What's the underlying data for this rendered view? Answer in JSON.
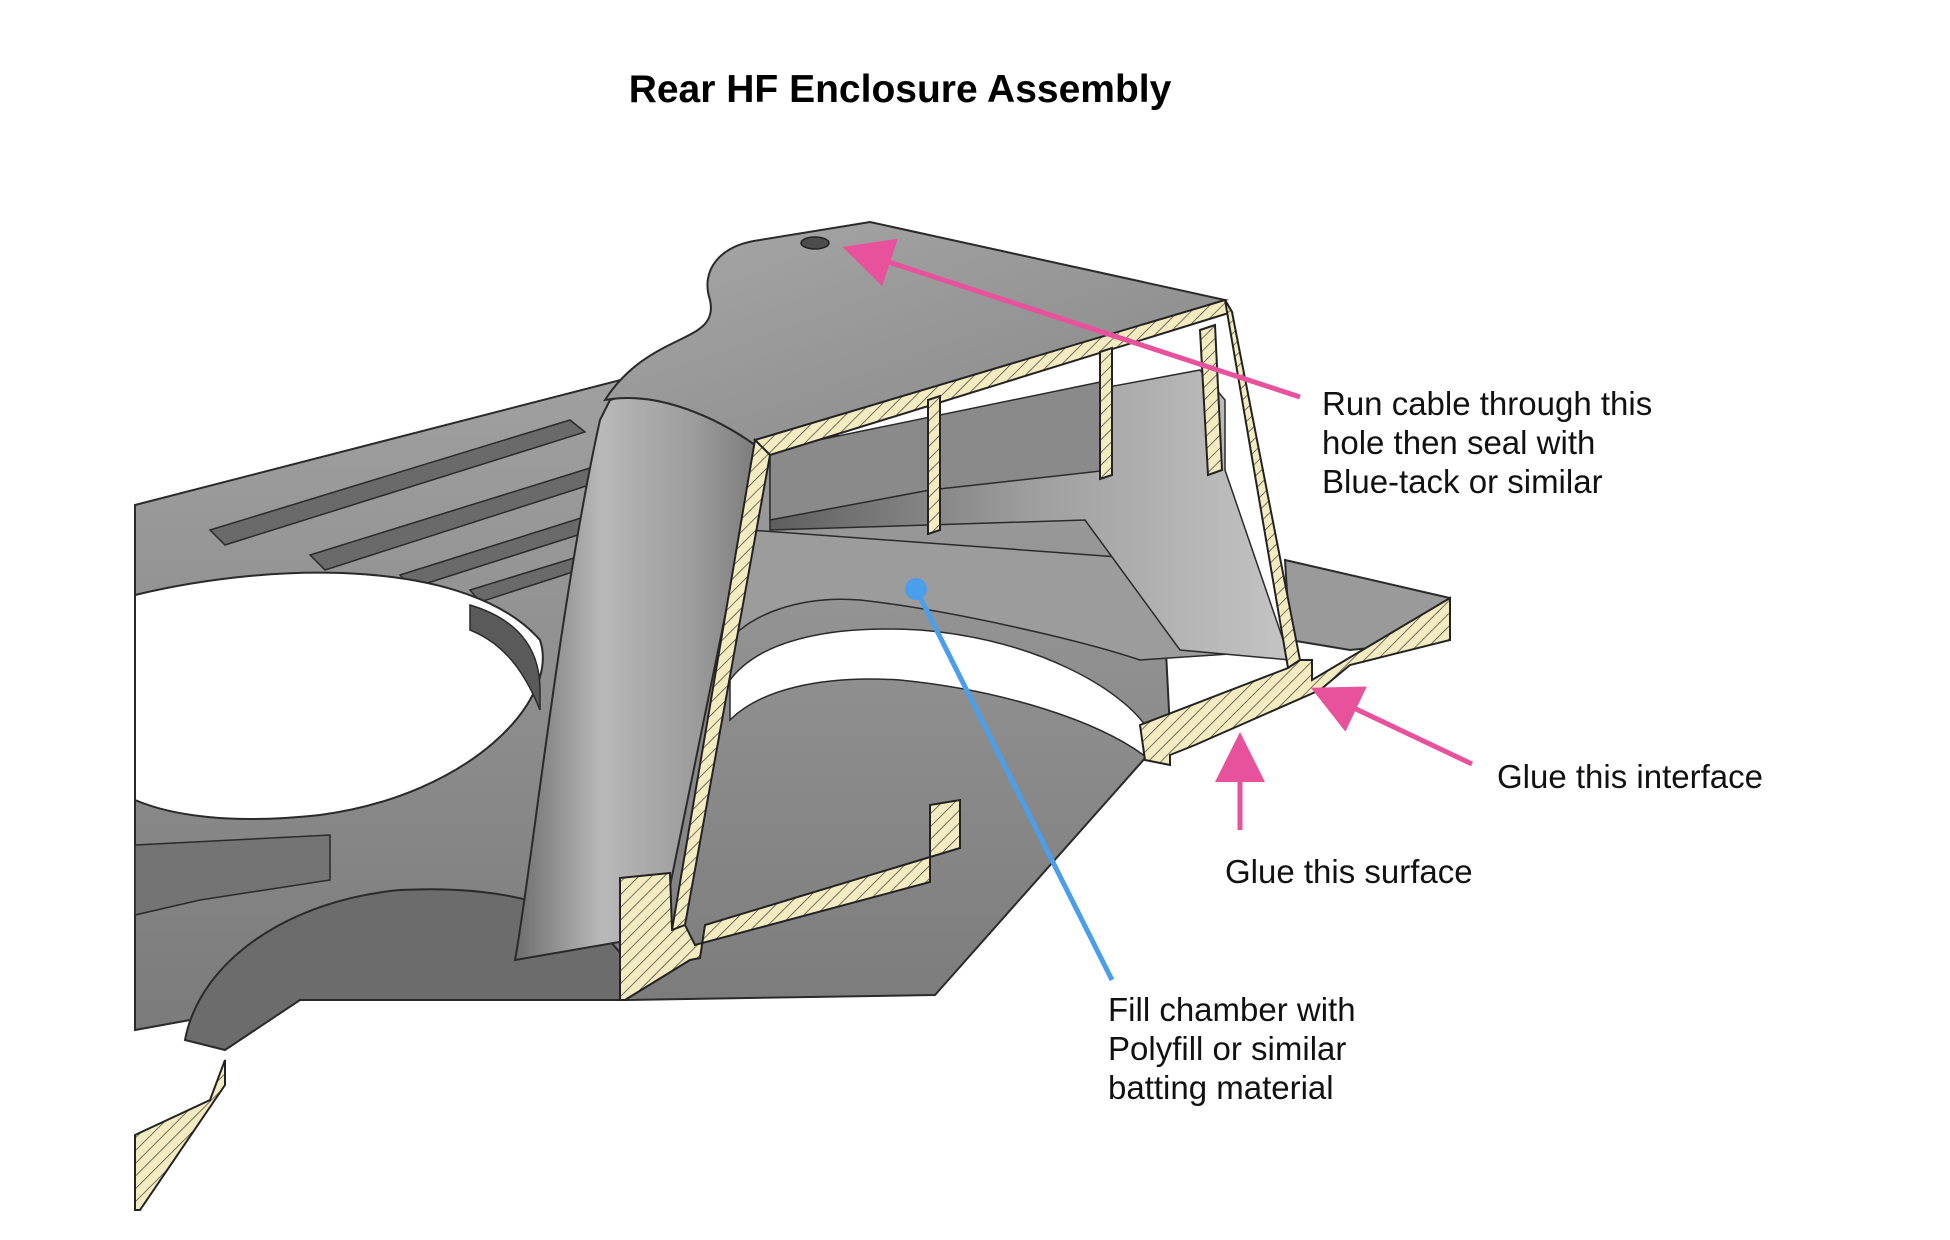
{
  "title": "Rear HF Enclosure Assembly",
  "annotations": {
    "cable": {
      "lines": [
        "Run cable through this",
        "hole then seal with",
        "Blue-tack or similar"
      ],
      "color": "#e8519b"
    },
    "interface": {
      "lines": [
        "Glue this interface"
      ],
      "color": "#e8519b"
    },
    "surface": {
      "lines": [
        "Glue this surface"
      ],
      "color": "#e8519b"
    },
    "fill": {
      "lines": [
        "Fill chamber with",
        "Polyfill or similar",
        "batting material"
      ],
      "color": "#4a9eea"
    }
  },
  "colors": {
    "section_fill": "#f4ecc0",
    "hatch": "#3a3a3a",
    "body": "#8e8e8e"
  }
}
